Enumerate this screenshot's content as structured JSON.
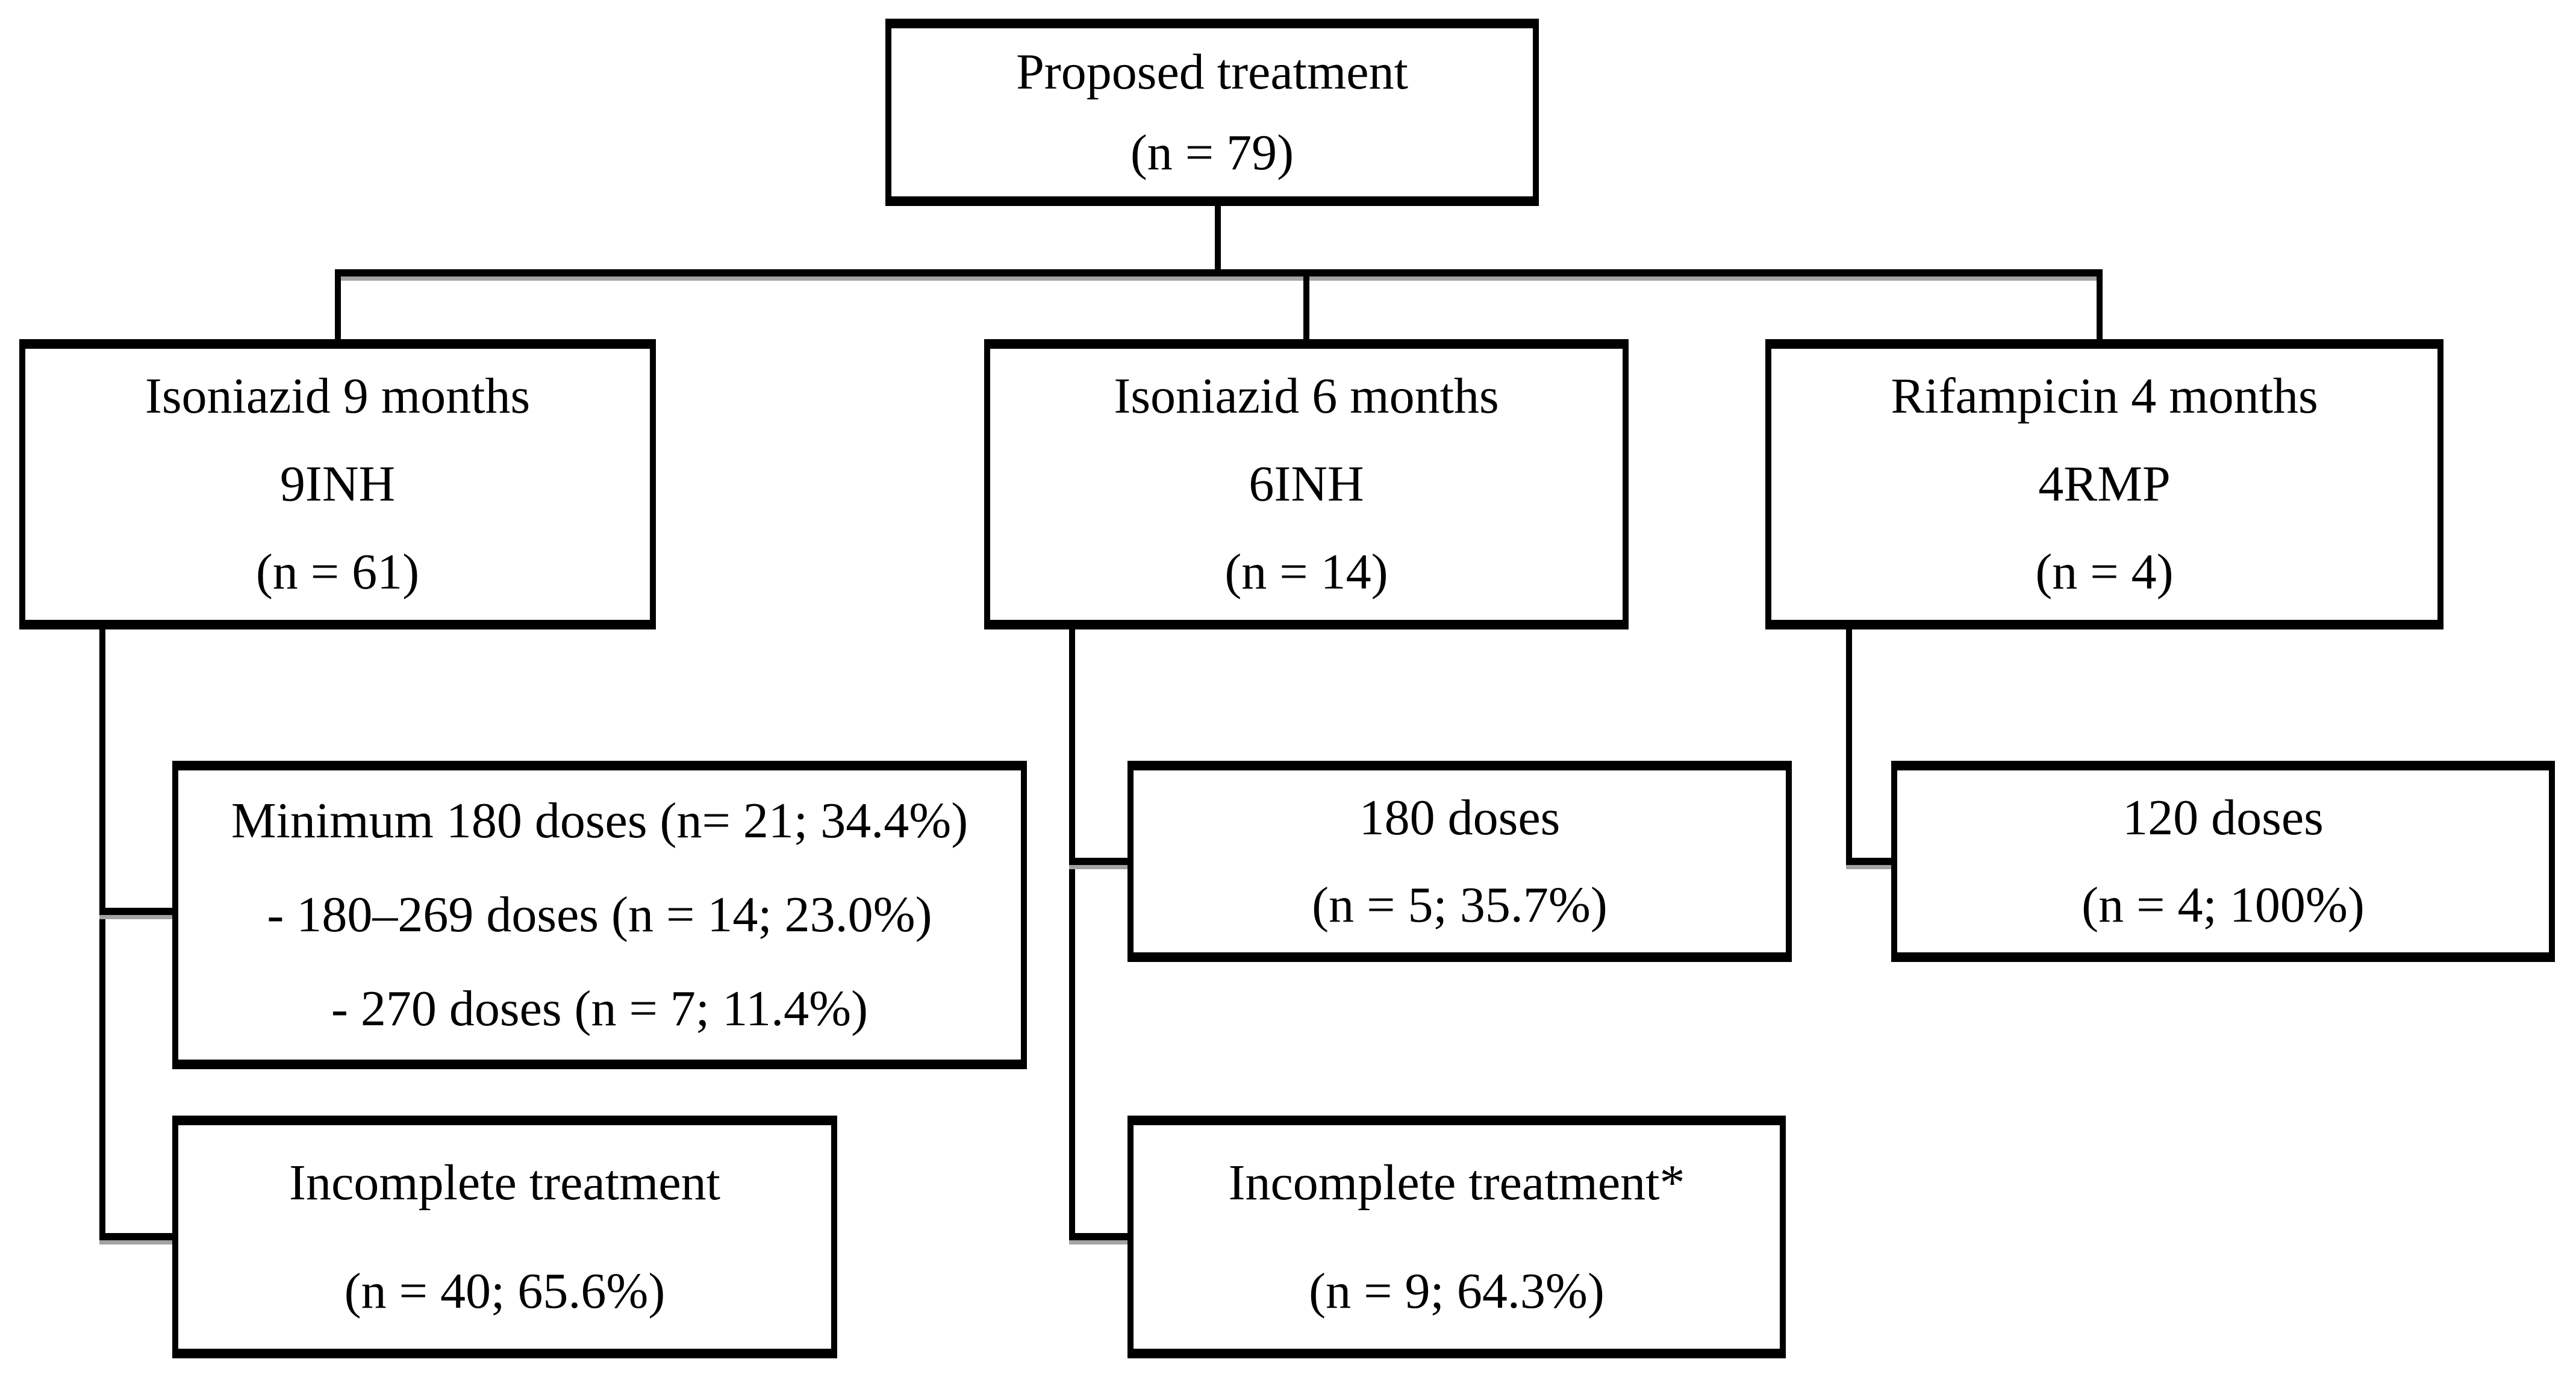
{
  "figure": {
    "type": "flowchart",
    "background_color": "#ffffff",
    "line_color": "#000000",
    "shadow_color": "#a3a3a3"
  },
  "nodes": {
    "proposed": {
      "lines": [
        "Proposed treatment",
        "(n = 79)"
      ]
    },
    "inh9": {
      "lines": [
        "Isoniazid 9 months",
        "9INH",
        "(n = 61)"
      ]
    },
    "inh6": {
      "lines": [
        "Isoniazid 6 months",
        "6INH",
        "(n = 14)"
      ]
    },
    "rmp4": {
      "lines": [
        "Rifampicin 4 months",
        "4RMP",
        "(n = 4)"
      ]
    },
    "inh9_min180": {
      "lines": [
        "Minimum 180 doses (n= 21; 34.4%)",
        "- 180–269 doses (n = 14; 23.0%)",
        "- 270 doses (n = 7; 11.4%)"
      ]
    },
    "inh9_incomplete": {
      "lines": [
        "Incomplete treatment",
        "(n = 40; 65.6%)"
      ]
    },
    "inh6_180": {
      "lines": [
        "180 doses",
        "(n = 5; 35.7%)"
      ]
    },
    "inh6_incomplete": {
      "lines": [
        "Incomplete treatment*",
        "(n = 9; 64.3%)"
      ]
    },
    "rmp4_120": {
      "lines": [
        "120 doses",
        "(n = 4; 100%)"
      ]
    }
  }
}
